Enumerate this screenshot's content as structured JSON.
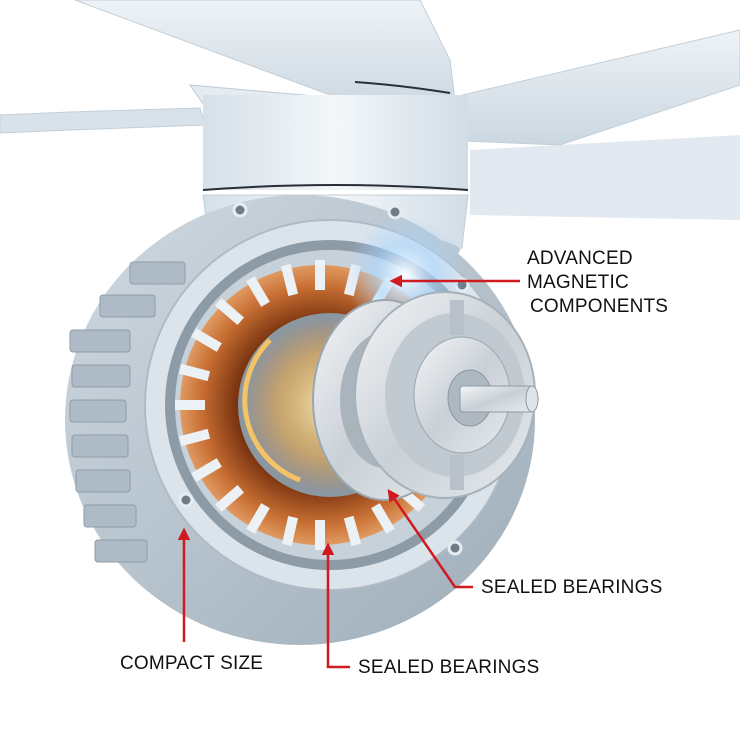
{
  "diagram": {
    "subject": "Ceiling fan DC motor cutaway",
    "colors": {
      "background": "#ffffff",
      "fan_body": "#dfe8ef",
      "housing": "#b9c6d0",
      "housing_dark": "#7f8f9c",
      "copper": "#c0672e",
      "copper_dark": "#8a3d14",
      "glow": "#ffb23c",
      "steel": "#d2d8dd",
      "annotation": "#d01a20",
      "text": "#111111"
    },
    "callouts": [
      {
        "id": "advanced-magnetic",
        "lines": [
          "ADVANCED",
          "MAGNETIC",
          "COMPONENTS"
        ]
      },
      {
        "id": "sealed-bearings-right",
        "text": "SEALED BEARINGS"
      },
      {
        "id": "compact-size",
        "text": "COMPACT SIZE"
      },
      {
        "id": "sealed-bearings-bottom",
        "text": "SEALED BEARINGS"
      }
    ]
  }
}
